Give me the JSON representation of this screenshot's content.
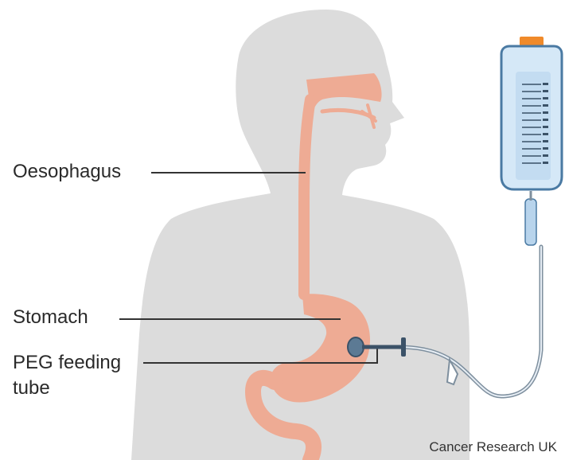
{
  "labels": {
    "oesophagus": "Oesophagus",
    "stomach": "Stomach",
    "peg_line1": "PEG feeding",
    "peg_line2": "tube"
  },
  "credit": "Cancer Research UK",
  "colors": {
    "silhouette": "#dcdcdc",
    "organs": "#eeab94",
    "bag": "#d5e8f7",
    "bag_outline": "#4a7aa3",
    "cap": "#f08a2a",
    "tube": "#7e8f9e",
    "leader_line": "#333333"
  },
  "icons": {
    "body": "human-silhouette-icon",
    "bag": "feeding-bag-icon"
  }
}
